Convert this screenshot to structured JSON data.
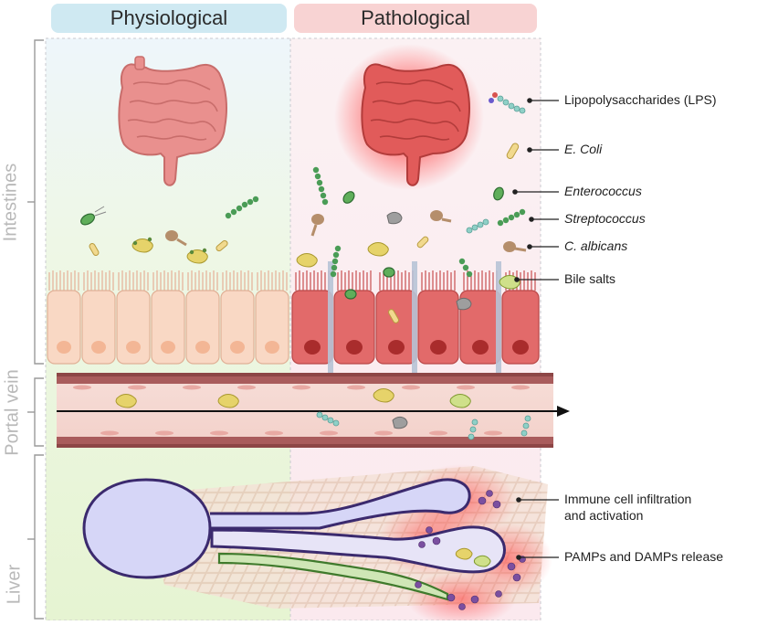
{
  "headers": {
    "physiological": "Physiological",
    "pathological": "Pathological"
  },
  "sections": {
    "intestines": "Intestines",
    "portal_vein": "Portal vein",
    "liver": "Liver"
  },
  "legend": {
    "lps": "Lipopolysaccharides (LPS)",
    "ecoli": "E. Coli",
    "enterococcus": "Enterococcus",
    "streptococcus": "Streptococcus",
    "calbicans": "C. albicans",
    "bile_salts": "Bile salts"
  },
  "liver_labels": {
    "immune_line1": "Immune cell infiltration",
    "immune_line2": "and activation",
    "pamps": "PAMPs and DAMPs release"
  },
  "colors": {
    "phys_header": "#cfe9f2",
    "path_header": "#f8d3d3",
    "healthy_cell": "#f9d8c4",
    "inflamed_cell": "#e26a6a",
    "vessel": "#a95c5c",
    "bile_duct": "#3b2a6e"
  }
}
